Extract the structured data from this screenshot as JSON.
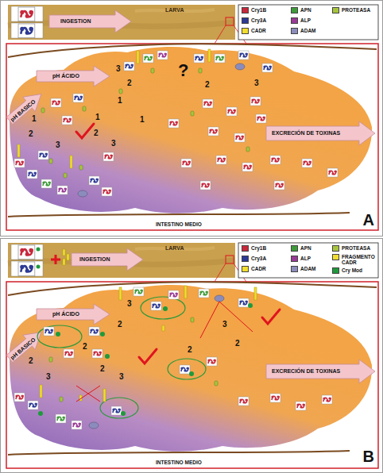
{
  "diagram": {
    "nodes": [
      {
        "text": [
          "A"
        ]
      },
      {
        "text": [
          "B"
        ]
      }
    ],
    "labels": [
      "LARVA",
      "INGESTION",
      "pH ÁCIDO",
      "pH BASICO",
      "EXCRECIÓN DE TOXINAS",
      "INTESTINO MEDIO",
      "?",
      "1",
      "2",
      "3",
      "1",
      "2",
      "3",
      "3",
      "2",
      "1",
      "1",
      "2",
      "3",
      "LARVA",
      "INGESTION",
      "pH ÁCIDO",
      "pH BASICO",
      "EXCRECIÓN DE TOXINAS",
      "INTESTINO MEDIO",
      "2",
      "2",
      "2",
      "3",
      "3",
      "3",
      "2",
      "2",
      "3",
      "2"
    ],
    "legend": [
      {
        "text": "Cry1B",
        "color": "#c8283c"
      },
      {
        "text": "APN",
        "color": "#3f9a3a"
      },
      {
        "text": "PROTEASA",
        "color": "#a6c43c"
      },
      {
        "text": "Cry3A",
        "color": "#2c3a94"
      },
      {
        "text": "ALP",
        "color": "#9a3a96"
      },
      {
        "text": "CADR",
        "color": "#f2de2e"
      },
      {
        "text": "ADAM",
        "color": "#8c8cbc"
      },
      {
        "text": "Cry1B",
        "color": "#c8283c"
      },
      {
        "text": "APN",
        "color": "#3f9a3a"
      },
      {
        "text": "PROTEASA",
        "color": "#a6c43c"
      },
      {
        "text": "Cry3A",
        "color": "#2c3a94"
      },
      {
        "text": "ALP",
        "color": "#9a3a96"
      },
      {
        "text": "FRAGMENTO CADR",
        "color": "#f2de2e"
      },
      {
        "text": "CADR",
        "color": "#f2de2e"
      },
      {
        "text": "ADAM",
        "color": "#8c8cbc"
      },
      {
        "text": "Cry Mod",
        "color": "#1e9a3c"
      }
    ]
  }
}
